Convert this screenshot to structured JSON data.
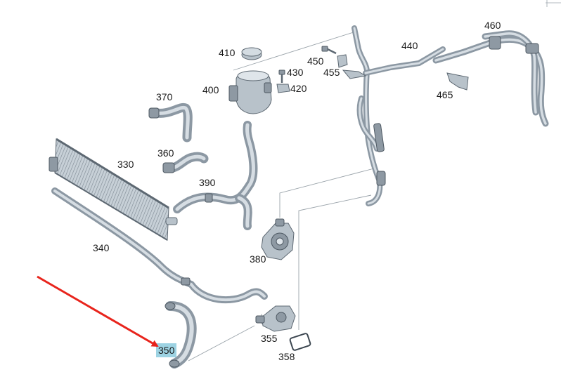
{
  "diagram": {
    "labels": [
      {
        "id": "410",
        "text": "410"
      },
      {
        "id": "400",
        "text": "400"
      },
      {
        "id": "430",
        "text": "430"
      },
      {
        "id": "420",
        "text": "420"
      },
      {
        "id": "450",
        "text": "450"
      },
      {
        "id": "455",
        "text": "455"
      },
      {
        "id": "440",
        "text": "440"
      },
      {
        "id": "460",
        "text": "460"
      },
      {
        "id": "465",
        "text": "465"
      },
      {
        "id": "370",
        "text": "370"
      },
      {
        "id": "360",
        "text": "360"
      },
      {
        "id": "330",
        "text": "330"
      },
      {
        "id": "390",
        "text": "390"
      },
      {
        "id": "340",
        "text": "340"
      },
      {
        "id": "380",
        "text": "380"
      },
      {
        "id": "355",
        "text": "355"
      },
      {
        "id": "358",
        "text": "358"
      },
      {
        "id": "350",
        "text": "350"
      }
    ],
    "highlighted_label": "350",
    "colors": {
      "highlight": "#9dd3e3",
      "arrow": "#e8241c",
      "hose": "#8c98a3"
    }
  }
}
